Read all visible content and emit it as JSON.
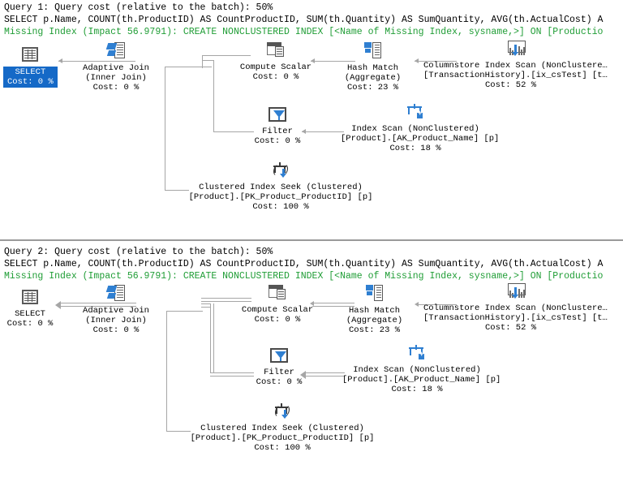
{
  "queries": [
    {
      "header_cost": "Query 1: Query cost (relative to the batch): 50%",
      "header_sql": "SELECT p.Name, COUNT(th.ProductID) AS CountProductID, SUM(th.Quantity) AS SumQuantity, AVG(th.ActualCost) A",
      "header_missing": "Missing Index (Impact 56.9791): CREATE NONCLUSTERED INDEX [<Name of Missing Index, sysname,>] ON [Productio",
      "missing_index_color": "#1f9d35",
      "selection_color": "#1569C7",
      "nodes": {
        "select": {
          "icon": "select-grid-icon",
          "line1": "SELECT",
          "line2": "Cost: 0 %",
          "selected": true
        },
        "adaptive_join": {
          "icon": "adaptive-join-icon",
          "line1": "Adaptive Join",
          "line2": "(Inner Join)",
          "line3": "Cost: 0 %"
        },
        "compute_scalar": {
          "icon": "compute-scalar-icon",
          "line1": "Compute Scalar",
          "line2": "Cost: 0 %"
        },
        "hash_match": {
          "icon": "hash-match-icon",
          "line1": "Hash Match",
          "line2": "(Aggregate)",
          "line3": "Cost: 23 %"
        },
        "columnstore_scan": {
          "icon": "columnstore-index-scan-icon",
          "line1": "Columnstore Index Scan (NonClustere…",
          "line2": "[TransactionHistory].[ix_csTest] [t…",
          "line3": "Cost: 52 %"
        },
        "filter": {
          "icon": "filter-icon",
          "line1": "Filter",
          "line2": "Cost: 0 %"
        },
        "index_scan": {
          "icon": "index-scan-icon",
          "line1": "Index Scan (NonClustered)",
          "line2": "[Product].[AK_Product_Name] [p]",
          "line3": "Cost: 18 %"
        },
        "clustered_index_seek": {
          "icon": "clustered-index-seek-icon",
          "line1": "Clustered Index Seek (Clustered)",
          "line2": "[Product].[PK_Product_ProductID] [p]",
          "line3": "Cost: 100 %"
        }
      }
    },
    {
      "header_cost": "Query 2: Query cost (relative to the batch): 50%",
      "header_sql": "SELECT p.Name, COUNT(th.ProductID) AS CountProductID, SUM(th.Quantity) AS SumQuantity, AVG(th.ActualCost) A",
      "header_missing": "Missing Index (Impact 56.9791): CREATE NONCLUSTERED INDEX [<Name of Missing Index, sysname,>] ON [Productio",
      "missing_index_color": "#1f9d35",
      "nodes": {
        "select": {
          "icon": "select-grid-icon",
          "line1": "SELECT",
          "line2": "Cost: 0 %",
          "selected": false
        },
        "adaptive_join": {
          "icon": "adaptive-join-icon",
          "line1": "Adaptive Join",
          "line2": "(Inner Join)",
          "line3": "Cost: 0 %"
        },
        "compute_scalar": {
          "icon": "compute-scalar-icon",
          "line1": "Compute Scalar",
          "line2": "Cost: 0 %"
        },
        "hash_match": {
          "icon": "hash-match-icon",
          "line1": "Hash Match",
          "line2": "(Aggregate)",
          "line3": "Cost: 23 %"
        },
        "columnstore_scan": {
          "icon": "columnstore-index-scan-icon",
          "line1": "Columnstore Index Scan (NonClustere…",
          "line2": "[TransactionHistory].[ix_csTest] [t…",
          "line3": "Cost: 52 %"
        },
        "filter": {
          "icon": "filter-icon",
          "line1": "Filter",
          "line2": "Cost: 0 %"
        },
        "index_scan": {
          "icon": "index-scan-icon",
          "line1": "Index Scan (NonClustered)",
          "line2": "[Product].[AK_Product_Name] [p]",
          "line3": "Cost: 18 %"
        },
        "clustered_index_seek": {
          "icon": "clustered-index-seek-icon",
          "line1": "Clustered Index Seek (Clustered)",
          "line2": "[Product].[PK_Product_ProductID] [p]",
          "line3": "Cost: 100 %"
        }
      }
    }
  ]
}
